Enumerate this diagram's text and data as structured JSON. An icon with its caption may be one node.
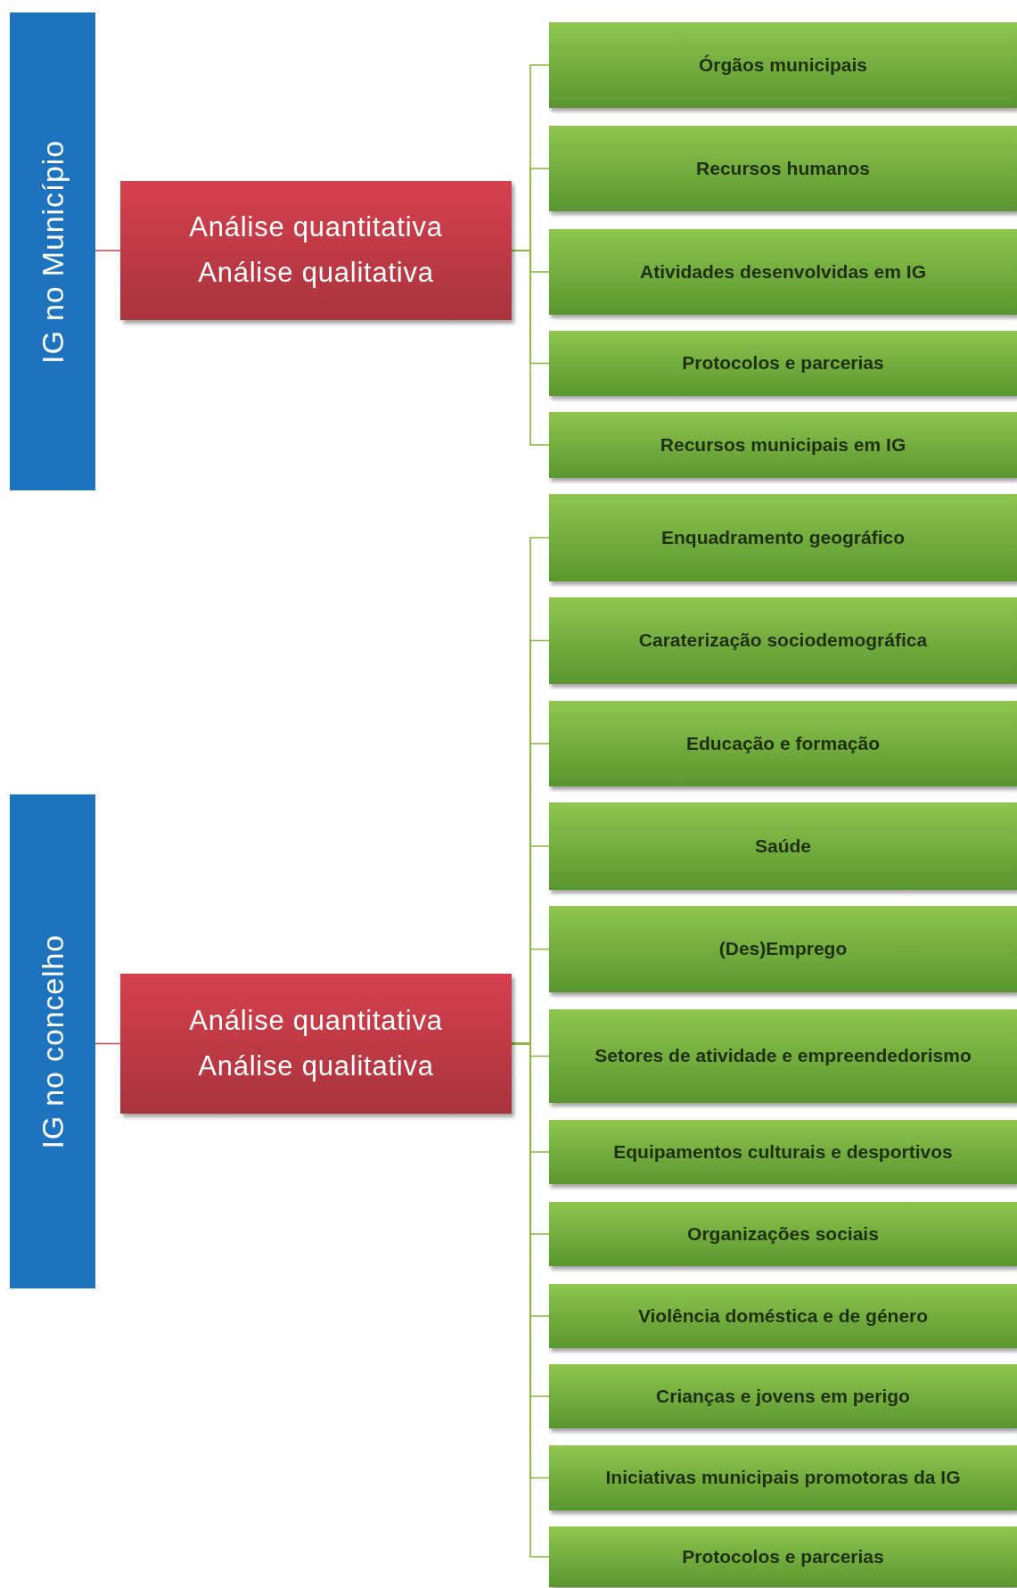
{
  "diagram": {
    "nodes": [
      {
        "text": [
          "IG no Município"
        ]
      },
      {
        "text": [
          "Análise quantitativa",
          "Análise qualitativa"
        ]
      },
      {
        "text": [
          "Órgãos municipais"
        ]
      },
      {
        "text": [
          "Recursos humanos"
        ]
      },
      {
        "text": [
          "Atividades desenvolvidas em IG"
        ]
      },
      {
        "text": [
          "Protocolos e parcerias"
        ]
      },
      {
        "text": [
          "Recursos municipais em IG"
        ]
      },
      {
        "text": [
          "IG no concelho"
        ]
      },
      {
        "text": [
          "Análise quantitativa",
          "Análise qualitativa"
        ]
      },
      {
        "text": [
          "Enquadramento geográfico"
        ]
      },
      {
        "text": [
          "Caraterização sociodemográfica"
        ]
      },
      {
        "text": [
          "Educação e formação"
        ]
      },
      {
        "text": [
          "Saúde"
        ]
      },
      {
        "text": [
          "(Des)Emprego"
        ]
      },
      {
        "text": [
          "Setores de atividade e empreendedorismo"
        ]
      },
      {
        "text": [
          "Equipamentos culturais e desportivos"
        ]
      },
      {
        "text": [
          "Organizações sociais"
        ]
      },
      {
        "text": [
          "Violência doméstica e de género"
        ]
      },
      {
        "text": [
          "Crianças e jovens em perigo"
        ]
      },
      {
        "text": [
          "Iniciativas municipais promotoras da IG"
        ]
      },
      {
        "text": [
          "Protocolos e parcerias"
        ]
      }
    ],
    "edges": [
      {
        "from": 0,
        "to": 1,
        "arrow": "none",
        "color": "#c0504d"
      },
      {
        "from": 1,
        "to": 2,
        "arrow": "none"
      },
      {
        "from": 1,
        "to": 3,
        "arrow": "none"
      },
      {
        "from": 1,
        "to": 4,
        "arrow": "none"
      },
      {
        "from": 1,
        "to": 5,
        "arrow": "none"
      },
      {
        "from": 1,
        "to": 6,
        "arrow": "none"
      },
      {
        "from": 7,
        "to": 8,
        "arrow": "none",
        "color": "#c0504d"
      },
      {
        "from": 8,
        "to": 9,
        "arrow": "none"
      },
      {
        "from": 8,
        "to": 10,
        "arrow": "none"
      },
      {
        "from": 8,
        "to": 11,
        "arrow": "none"
      },
      {
        "from": 8,
        "to": 12,
        "arrow": "none"
      },
      {
        "from": 8,
        "to": 13,
        "arrow": "none"
      },
      {
        "from": 8,
        "to": 14,
        "arrow": "none"
      },
      {
        "from": 8,
        "to": 15,
        "arrow": "none"
      },
      {
        "from": 8,
        "to": 16,
        "arrow": "none"
      },
      {
        "from": 8,
        "to": 17,
        "arrow": "none"
      },
      {
        "from": 8,
        "to": 18,
        "arrow": "none"
      },
      {
        "from": 8,
        "to": 19,
        "arrow": "none"
      },
      {
        "from": 8,
        "to": 20,
        "arrow": "none"
      }
    ]
  }
}
